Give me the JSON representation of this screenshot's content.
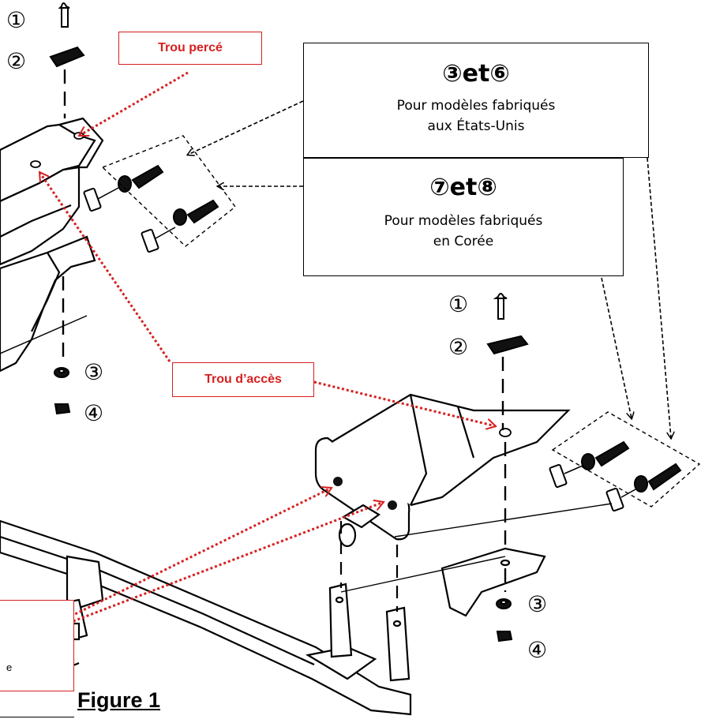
{
  "labels": {
    "trou_perce": "Trou percé",
    "trou_acces": "Trou d’accès",
    "figure": "Figure 1",
    "cutoff_letter": "e"
  },
  "callouts": {
    "usa": {
      "numbers": "③et⑥",
      "line1": "Pour modèles fabriqués",
      "line2": "aux États-Unis"
    },
    "korea": {
      "numbers": "⑦et⑧",
      "line1": "Pour modèles fabriqués",
      "line2": "en Corée"
    }
  },
  "part_numbers": {
    "left_bolt": "①",
    "left_plate": "②",
    "left_washer": "③",
    "left_nut": "④",
    "right_bolt": "①",
    "right_plate": "②",
    "right_washer": "③",
    "right_nut": "④"
  },
  "colors": {
    "red_arrow": "#d62020",
    "line": "#000000"
  }
}
